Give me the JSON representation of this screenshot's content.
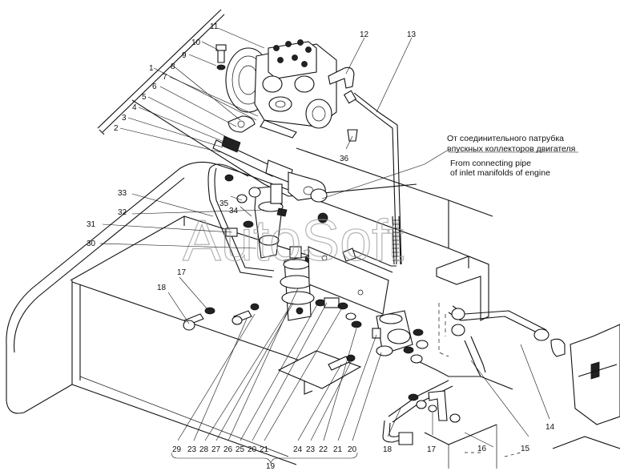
{
  "watermark": "AutoSoft",
  "annotation": {
    "ru_line1": "От соединительного патрубка",
    "ru_line2": "впускных коллекторов двигателя",
    "en_line1": "From connecting pipe",
    "en_line2": "of inlet manifolds of engine"
  },
  "callouts": {
    "c1": "1",
    "c2": "2",
    "c3": "3",
    "c4": "4",
    "c5": "5",
    "c6": "6",
    "c7": "7",
    "c8": "8",
    "c9": "9",
    "c10": "10",
    "c11": "11",
    "c12": "12",
    "c13": "13",
    "c14": "14",
    "c15": "15",
    "c16": "16",
    "c17a": "17",
    "c17b": "17",
    "c18a": "18",
    "c18b": "18",
    "c19": "19",
    "c29": "29",
    "c23a": "23",
    "c28": "28",
    "c27": "27",
    "c26": "26",
    "c25": "25",
    "c20a": "20",
    "c21a": "21",
    "c24": "24",
    "c23b": "23",
    "c22": "22",
    "c21b": "21",
    "c20b": "20",
    "c30": "30",
    "c31": "31",
    "c32": "32",
    "c33": "33",
    "c34": "34",
    "c35": "35",
    "c36": "36"
  }
}
